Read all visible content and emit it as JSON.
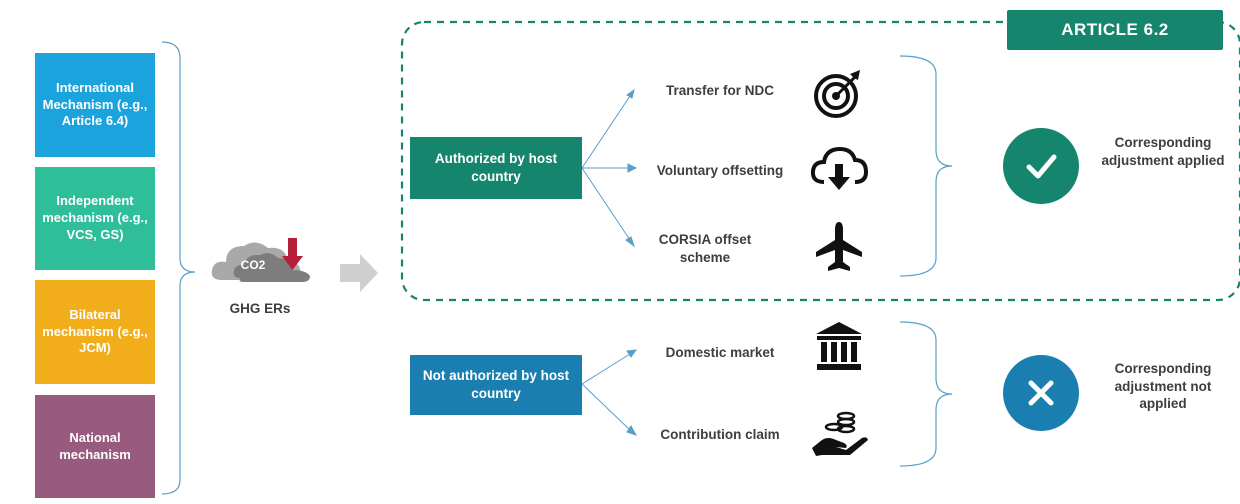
{
  "mechanisms": [
    {
      "label": "International Mechanism (e.g., Article 6.4)",
      "color": "#1aa3dc"
    },
    {
      "label": "Independent mechanism (e.g., VCS, GS)",
      "color": "#2ebf9a"
    },
    {
      "label": "Bilateral mechanism (e.g., JCM)",
      "color": "#f2ad1a"
    },
    {
      "label": "National mechanism",
      "color": "#985b7d"
    }
  ],
  "ghg": {
    "co2": "CO2",
    "caption": "GHG ERs"
  },
  "article": {
    "label": "ARTICLE 6.2",
    "color": "#16856d"
  },
  "authorized": {
    "label": "Authorized by host country",
    "color": "#16856d",
    "uses": [
      {
        "label": "Transfer for NDC",
        "icon": "target-icon"
      },
      {
        "label": "Voluntary offsetting",
        "icon": "cloud-download-icon"
      },
      {
        "label": "CORSIA offset scheme",
        "icon": "airplane-icon"
      }
    ],
    "result": "Corresponding adjustment applied"
  },
  "not_authorized": {
    "label": "Not authorized by host country",
    "color": "#1a7fb0",
    "uses": [
      {
        "label": "Domestic market",
        "icon": "bank-icon"
      },
      {
        "label": "Contribution claim",
        "icon": "hand-coins-icon"
      }
    ],
    "result": "Corresponding adjustment not applied"
  }
}
